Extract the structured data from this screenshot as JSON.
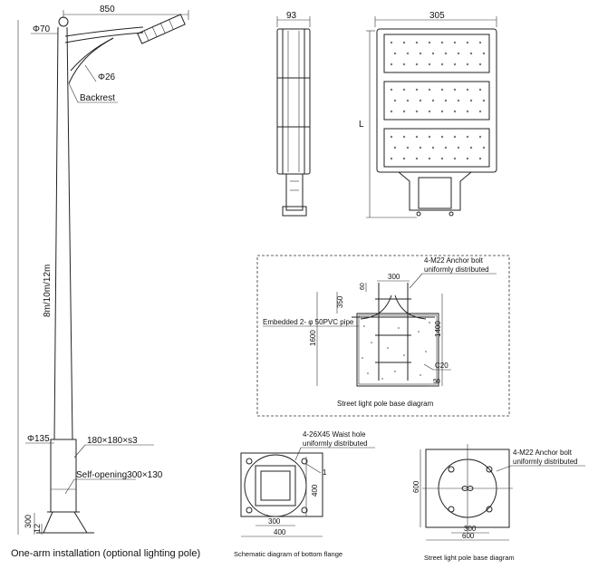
{
  "pole": {
    "dim_arm": "850",
    "dim_top_dia": "Φ70",
    "dim_arm_dia": "Φ26",
    "backrest": "Backrest",
    "height": "8m/10m/12m",
    "dim_base_dia": "Φ135",
    "dim_section": "180×180×s3",
    "self_opening": "Self-opening300×130",
    "dim_300": "300",
    "dim_12": "12",
    "caption": "One-arm installation (optional lighting pole)"
  },
  "lamp_side": {
    "width": "93"
  },
  "lamp_front": {
    "width": "305",
    "length": "L"
  },
  "foundation": {
    "anchor_bolt": "4-M22 Anchor bolt",
    "anchor_dist": "uniformly distributed",
    "dim_300": "300",
    "dim_60": "60",
    "dim_350": "350",
    "embedded": "Embedded 2- φ 50PVC pipe",
    "dim_1600": "1600",
    "dim_1400": "1400",
    "c20": "C20",
    "dim_50": "50",
    "caption": "Street light pole base diagram"
  },
  "flange": {
    "holes": "4-26X45 Waist hole",
    "holes_dist": "uniformly distributed",
    "label_1": "1",
    "dim_400_v": "400",
    "dim_300": "300",
    "dim_400": "400",
    "caption": "Schematic diagram of bottom flange"
  },
  "base_plan": {
    "anchor_bolt": "4-M22 Anchor bolt",
    "anchor_dist": "uniformly distributed",
    "dim_600_v": "600",
    "dim_300": "300",
    "dim_600": "600",
    "caption": "Street light pole base diagram"
  }
}
